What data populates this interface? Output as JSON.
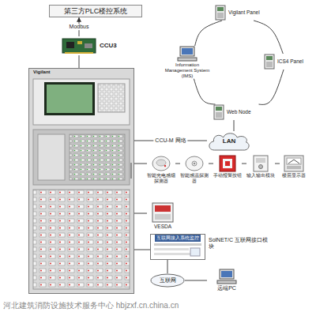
{
  "diagram": {
    "nodes": [
      {
        "text": [
          "第三方PLC楼控系统"
        ]
      },
      {
        "text": [
          "CCU3"
        ]
      },
      {
        "text": [
          "Vigilant Panel"
        ]
      },
      {
        "text": [
          "ICS4 Panel"
        ]
      },
      {
        "text": [
          "Web Node"
        ]
      },
      {
        "text": [
          "Information Management System (IMS)"
        ]
      },
      {
        "text": [
          "LAN"
        ]
      },
      {
        "text": [
          "Vigilant"
        ]
      },
      {
        "text": [
          "智能光电感烟探测器"
        ]
      },
      {
        "text": [
          "智能感温探测器"
        ]
      },
      {
        "text": [
          "手动报警按钮"
        ]
      },
      {
        "text": [
          "输入输出模块"
        ]
      },
      {
        "text": [
          "楼层显示器"
        ]
      },
      {
        "text": [
          "VESDA"
        ]
      },
      {
        "text": [
          "互联网接入系统监控"
        ]
      },
      {
        "text": [
          "互联网"
        ]
      },
      {
        "text": [
          "远端PC"
        ]
      }
    ],
    "edges": [
      {
        "from": 1,
        "to": 0,
        "arrow": "to",
        "label": "Modbus"
      },
      {
        "from": 7,
        "to": 1,
        "arrow": "none"
      },
      {
        "from": 2,
        "to": 3,
        "arrow": "none"
      },
      {
        "from": 3,
        "to": 4,
        "arrow": "none"
      },
      {
        "from": 4,
        "to": 5,
        "arrow": "none"
      },
      {
        "from": 5,
        "to": 2,
        "arrow": "none"
      },
      {
        "from": 4,
        "to": 6,
        "arrow": "none"
      },
      {
        "from": 7,
        "to": 6,
        "arrow": "none",
        "label": "CCU-M 网络"
      },
      {
        "from": 7,
        "to": 8,
        "arrow": "none"
      },
      {
        "from": 8,
        "to": 9,
        "arrow": "none"
      },
      {
        "from": 9,
        "to": 10,
        "arrow": "none"
      },
      {
        "from": 10,
        "to": 11,
        "arrow": "none"
      },
      {
        "from": 11,
        "to": 12,
        "arrow": "none"
      },
      {
        "from": 7,
        "to": 13,
        "arrow": "none"
      },
      {
        "from": 7,
        "to": 14,
        "arrow": "none"
      },
      {
        "from": 14,
        "to": 15,
        "arrow": "none"
      },
      {
        "from": 15,
        "to": 16,
        "arrow": "none"
      }
    ],
    "labels": [
      "SolNET/C 互联网接口模块",
      "河北建筑消防设施技术服务中心 hbjzxf.cn.china.cn"
    ]
  }
}
